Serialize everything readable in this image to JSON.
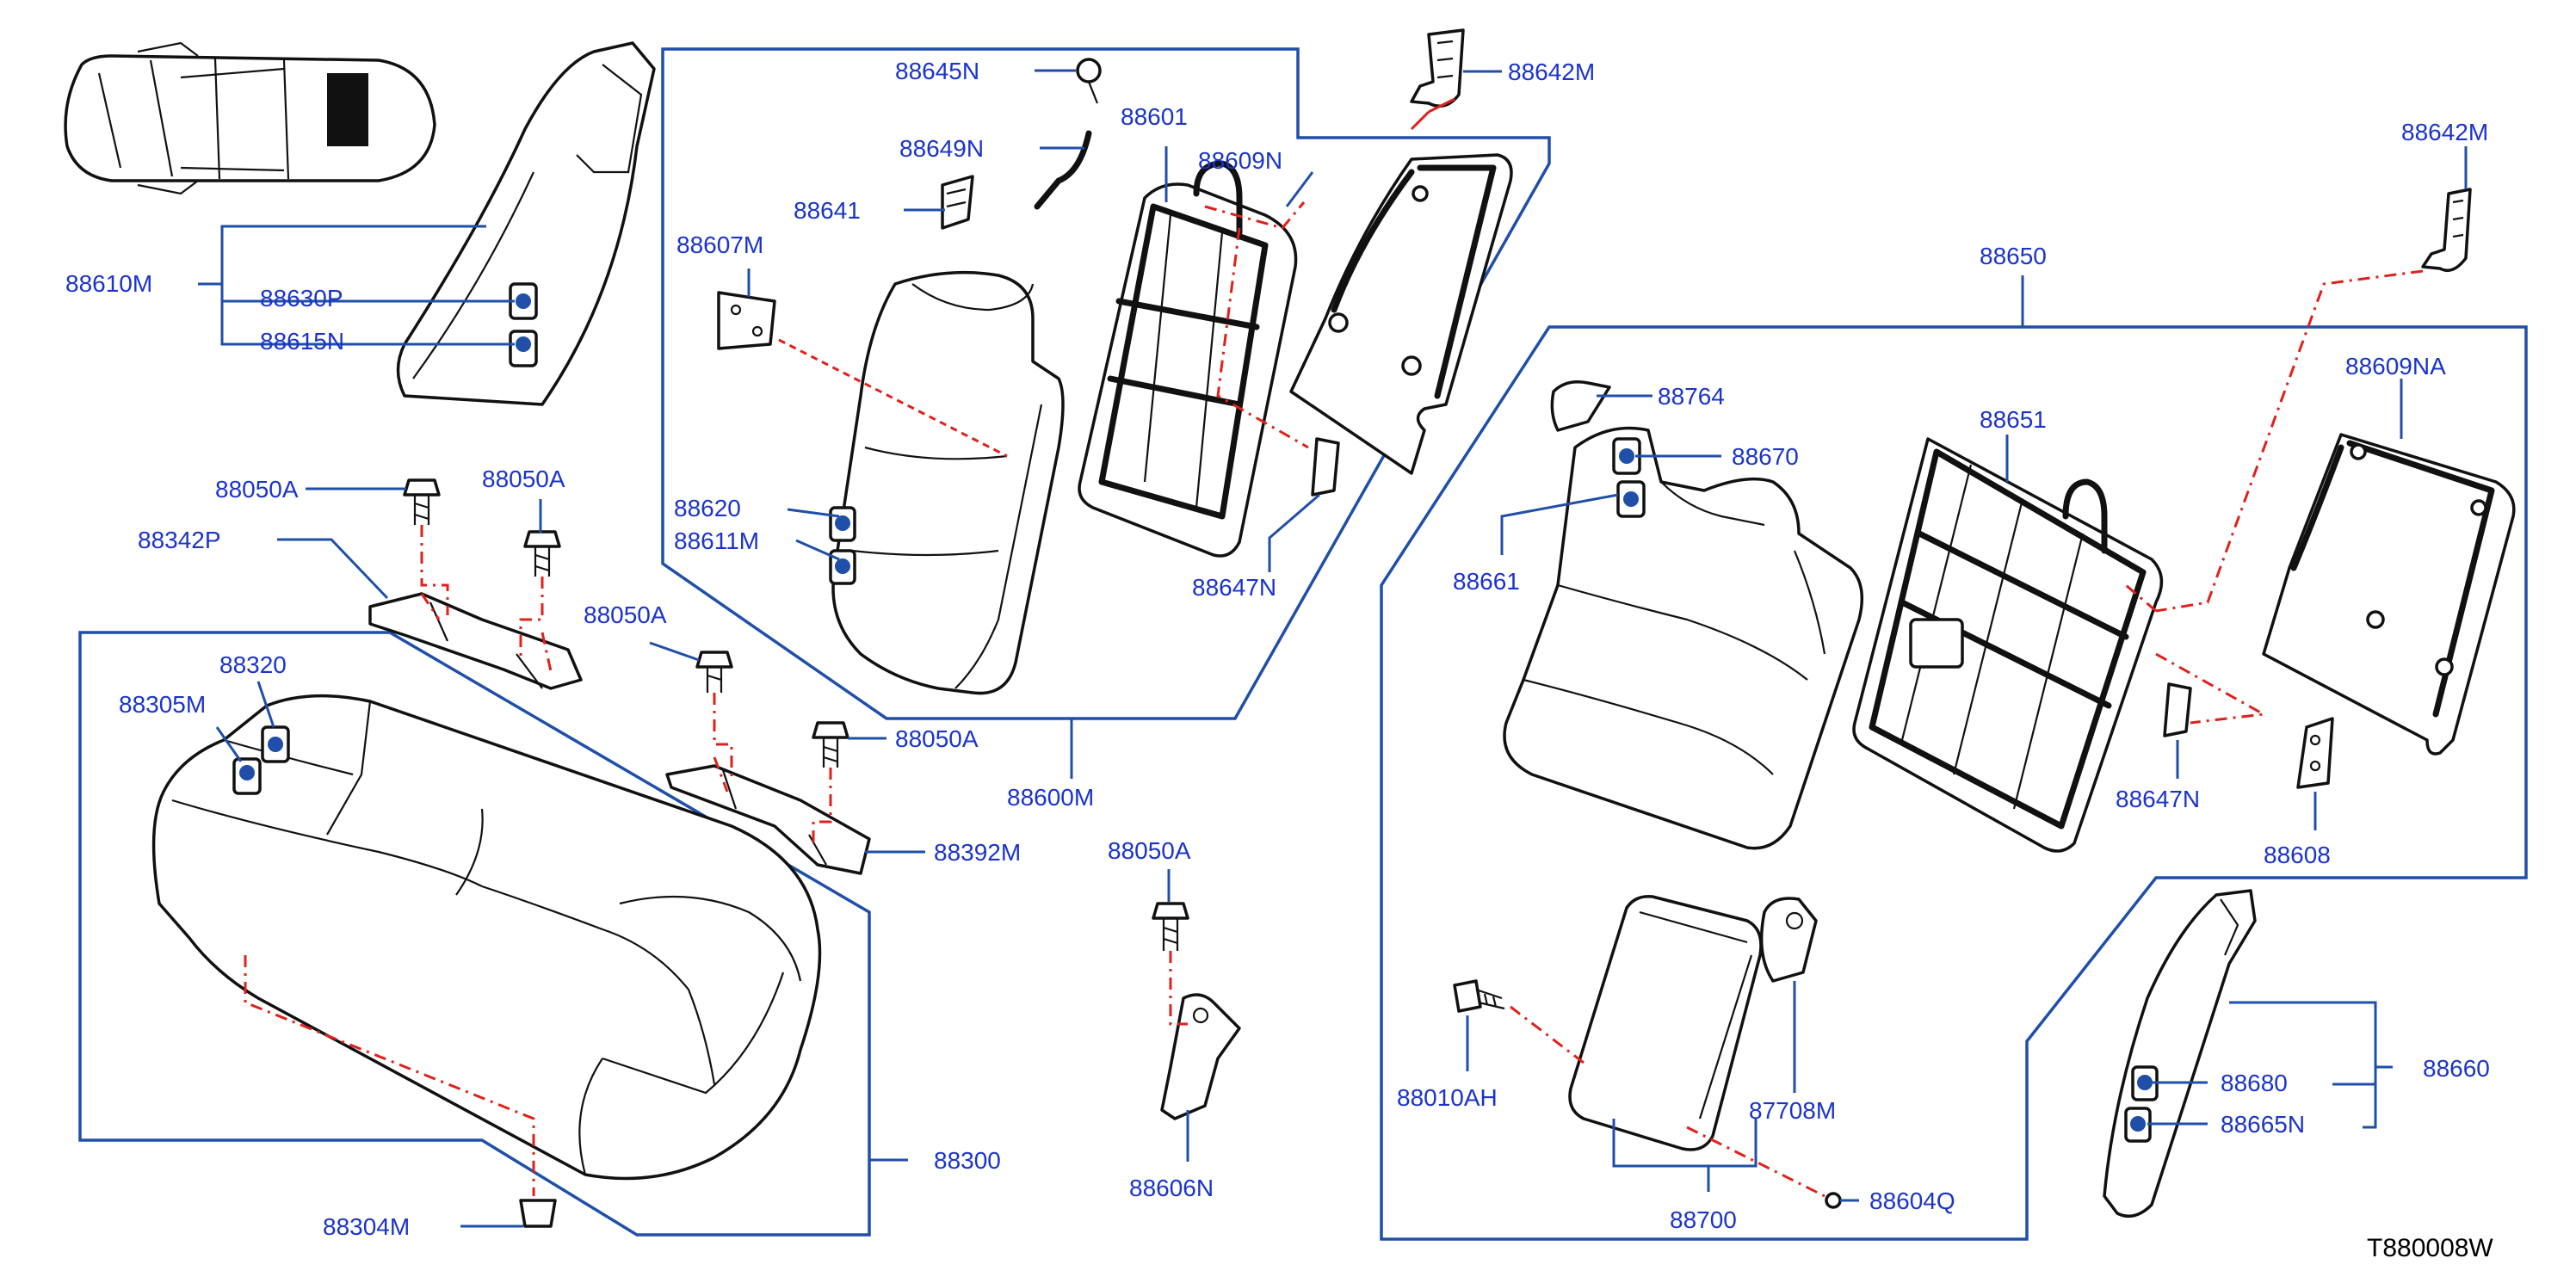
{
  "diagram_code": "T880008W",
  "labels": {
    "p88610M": "88610M",
    "p88630P": "88630P",
    "p88615N": "88615N",
    "p88645N": "88645N",
    "p88649N": "88649N",
    "p88601": "88601",
    "p88609N": "88609N",
    "p88642M_a": "88642M",
    "p88642M_b": "88642M",
    "p88641": "88641",
    "p88607M": "88607M",
    "p88620": "88620",
    "p88611M": "88611M",
    "p88647N_a": "88647N",
    "p88600M": "88600M",
    "p88050A_1": "88050A",
    "p88050A_2": "88050A",
    "p88050A_3": "88050A",
    "p88050A_4": "88050A",
    "p88050A_5": "88050A",
    "p88342P": "88342P",
    "p88320": "88320",
    "p88305M": "88305M",
    "p88392M": "88392M",
    "p88300": "88300",
    "p88304M": "88304M",
    "p88606N": "88606N",
    "p88650": "88650",
    "p88764": "88764",
    "p88670": "88670",
    "p88661": "88661",
    "p88651": "88651",
    "p88609NA": "88609NA",
    "p88647N_b": "88647N",
    "p88608": "88608",
    "p88010AH": "88010AH",
    "p87708M": "87708M",
    "p88700": "88700",
    "p88604Q": "88604Q",
    "p88660": "88660",
    "p88680": "88680",
    "p88665N": "88665N"
  }
}
